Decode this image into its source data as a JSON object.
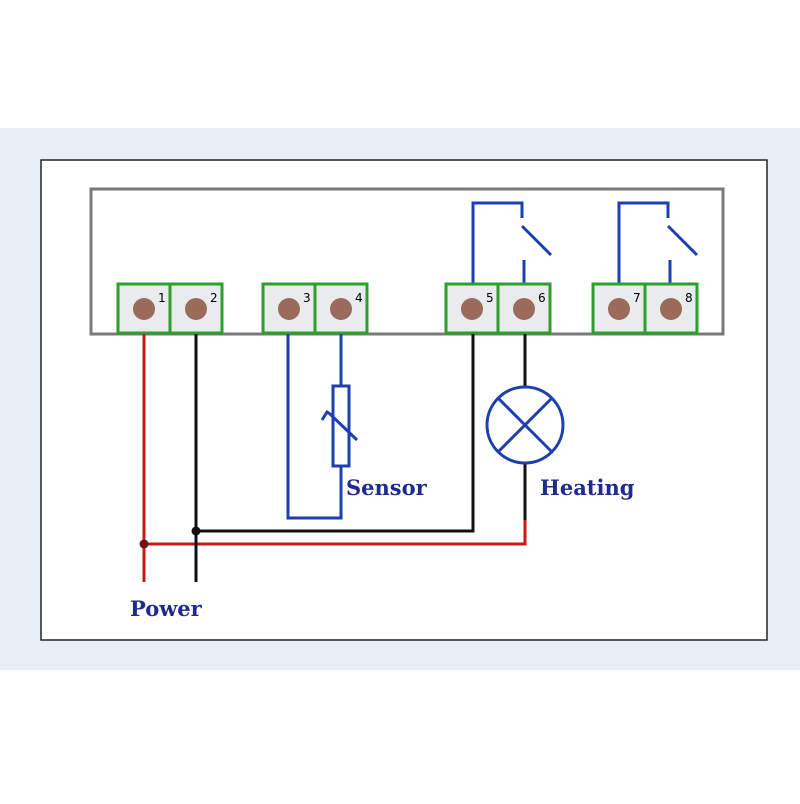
{
  "terminals": [
    {
      "id": 1,
      "label": "1"
    },
    {
      "id": 2,
      "label": "2"
    },
    {
      "id": 3,
      "label": "3"
    },
    {
      "id": 4,
      "label": "4"
    },
    {
      "id": 5,
      "label": "5"
    },
    {
      "id": 6,
      "label": "6"
    },
    {
      "id": 7,
      "label": "7"
    },
    {
      "id": 8,
      "label": "8"
    }
  ],
  "labels": {
    "sensor": "Sensor",
    "heating": "Heating",
    "power": "Power"
  },
  "colors": {
    "background_band": "#e8eef6",
    "frame_fill": "#ffffff",
    "controller_fill": "#ffffff",
    "controller_stroke": "#7a7a7a",
    "terminal_border": "#2e9e2e",
    "terminal_fill": "#e8ecec",
    "screw": "#9a6a5a",
    "relay_wire": "#1e3fae",
    "live_wire": "#c81818",
    "neutral_wire": "#111111",
    "sensor_wire": "#1e3fae",
    "label_text": "#1e2a8e"
  },
  "icons": {
    "sensor_symbol": "thermistor-icon",
    "heating_symbol": "lamp-icon",
    "relay_symbol": "relay-switch-icon"
  }
}
